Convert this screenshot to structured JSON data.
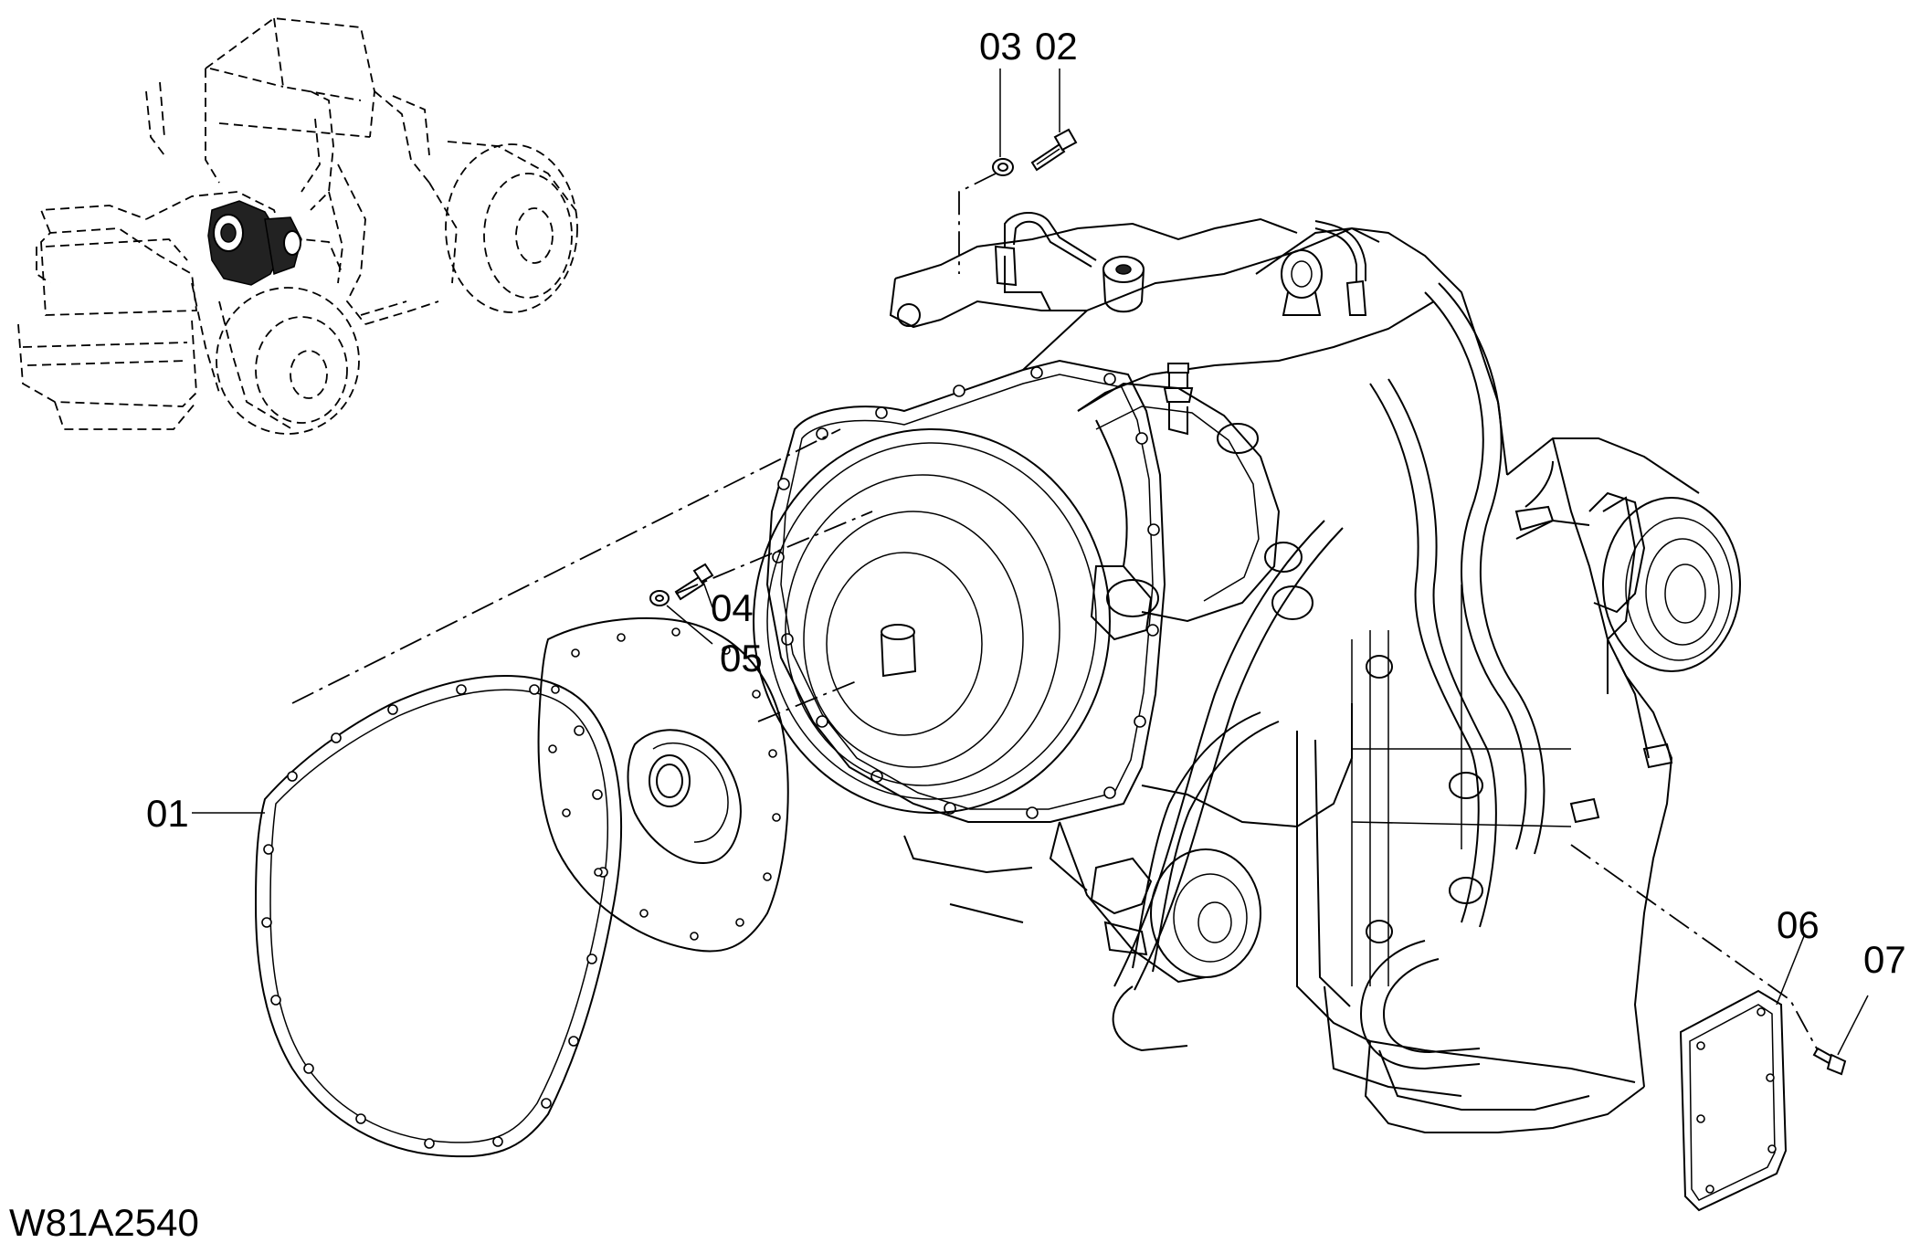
{
  "drawing_code": "W81A2540",
  "callouts": [
    {
      "id": "01",
      "text": "01"
    },
    {
      "id": "02",
      "text": "02"
    },
    {
      "id": "03",
      "text": "03"
    },
    {
      "id": "04",
      "text": "04"
    },
    {
      "id": "05",
      "text": "05"
    },
    {
      "id": "06",
      "text": "06"
    },
    {
      "id": "07",
      "text": "07"
    }
  ],
  "icons": {
    "locator": "wheel-loader-locator-icon",
    "transmission": "transmission-assembly-icon"
  }
}
